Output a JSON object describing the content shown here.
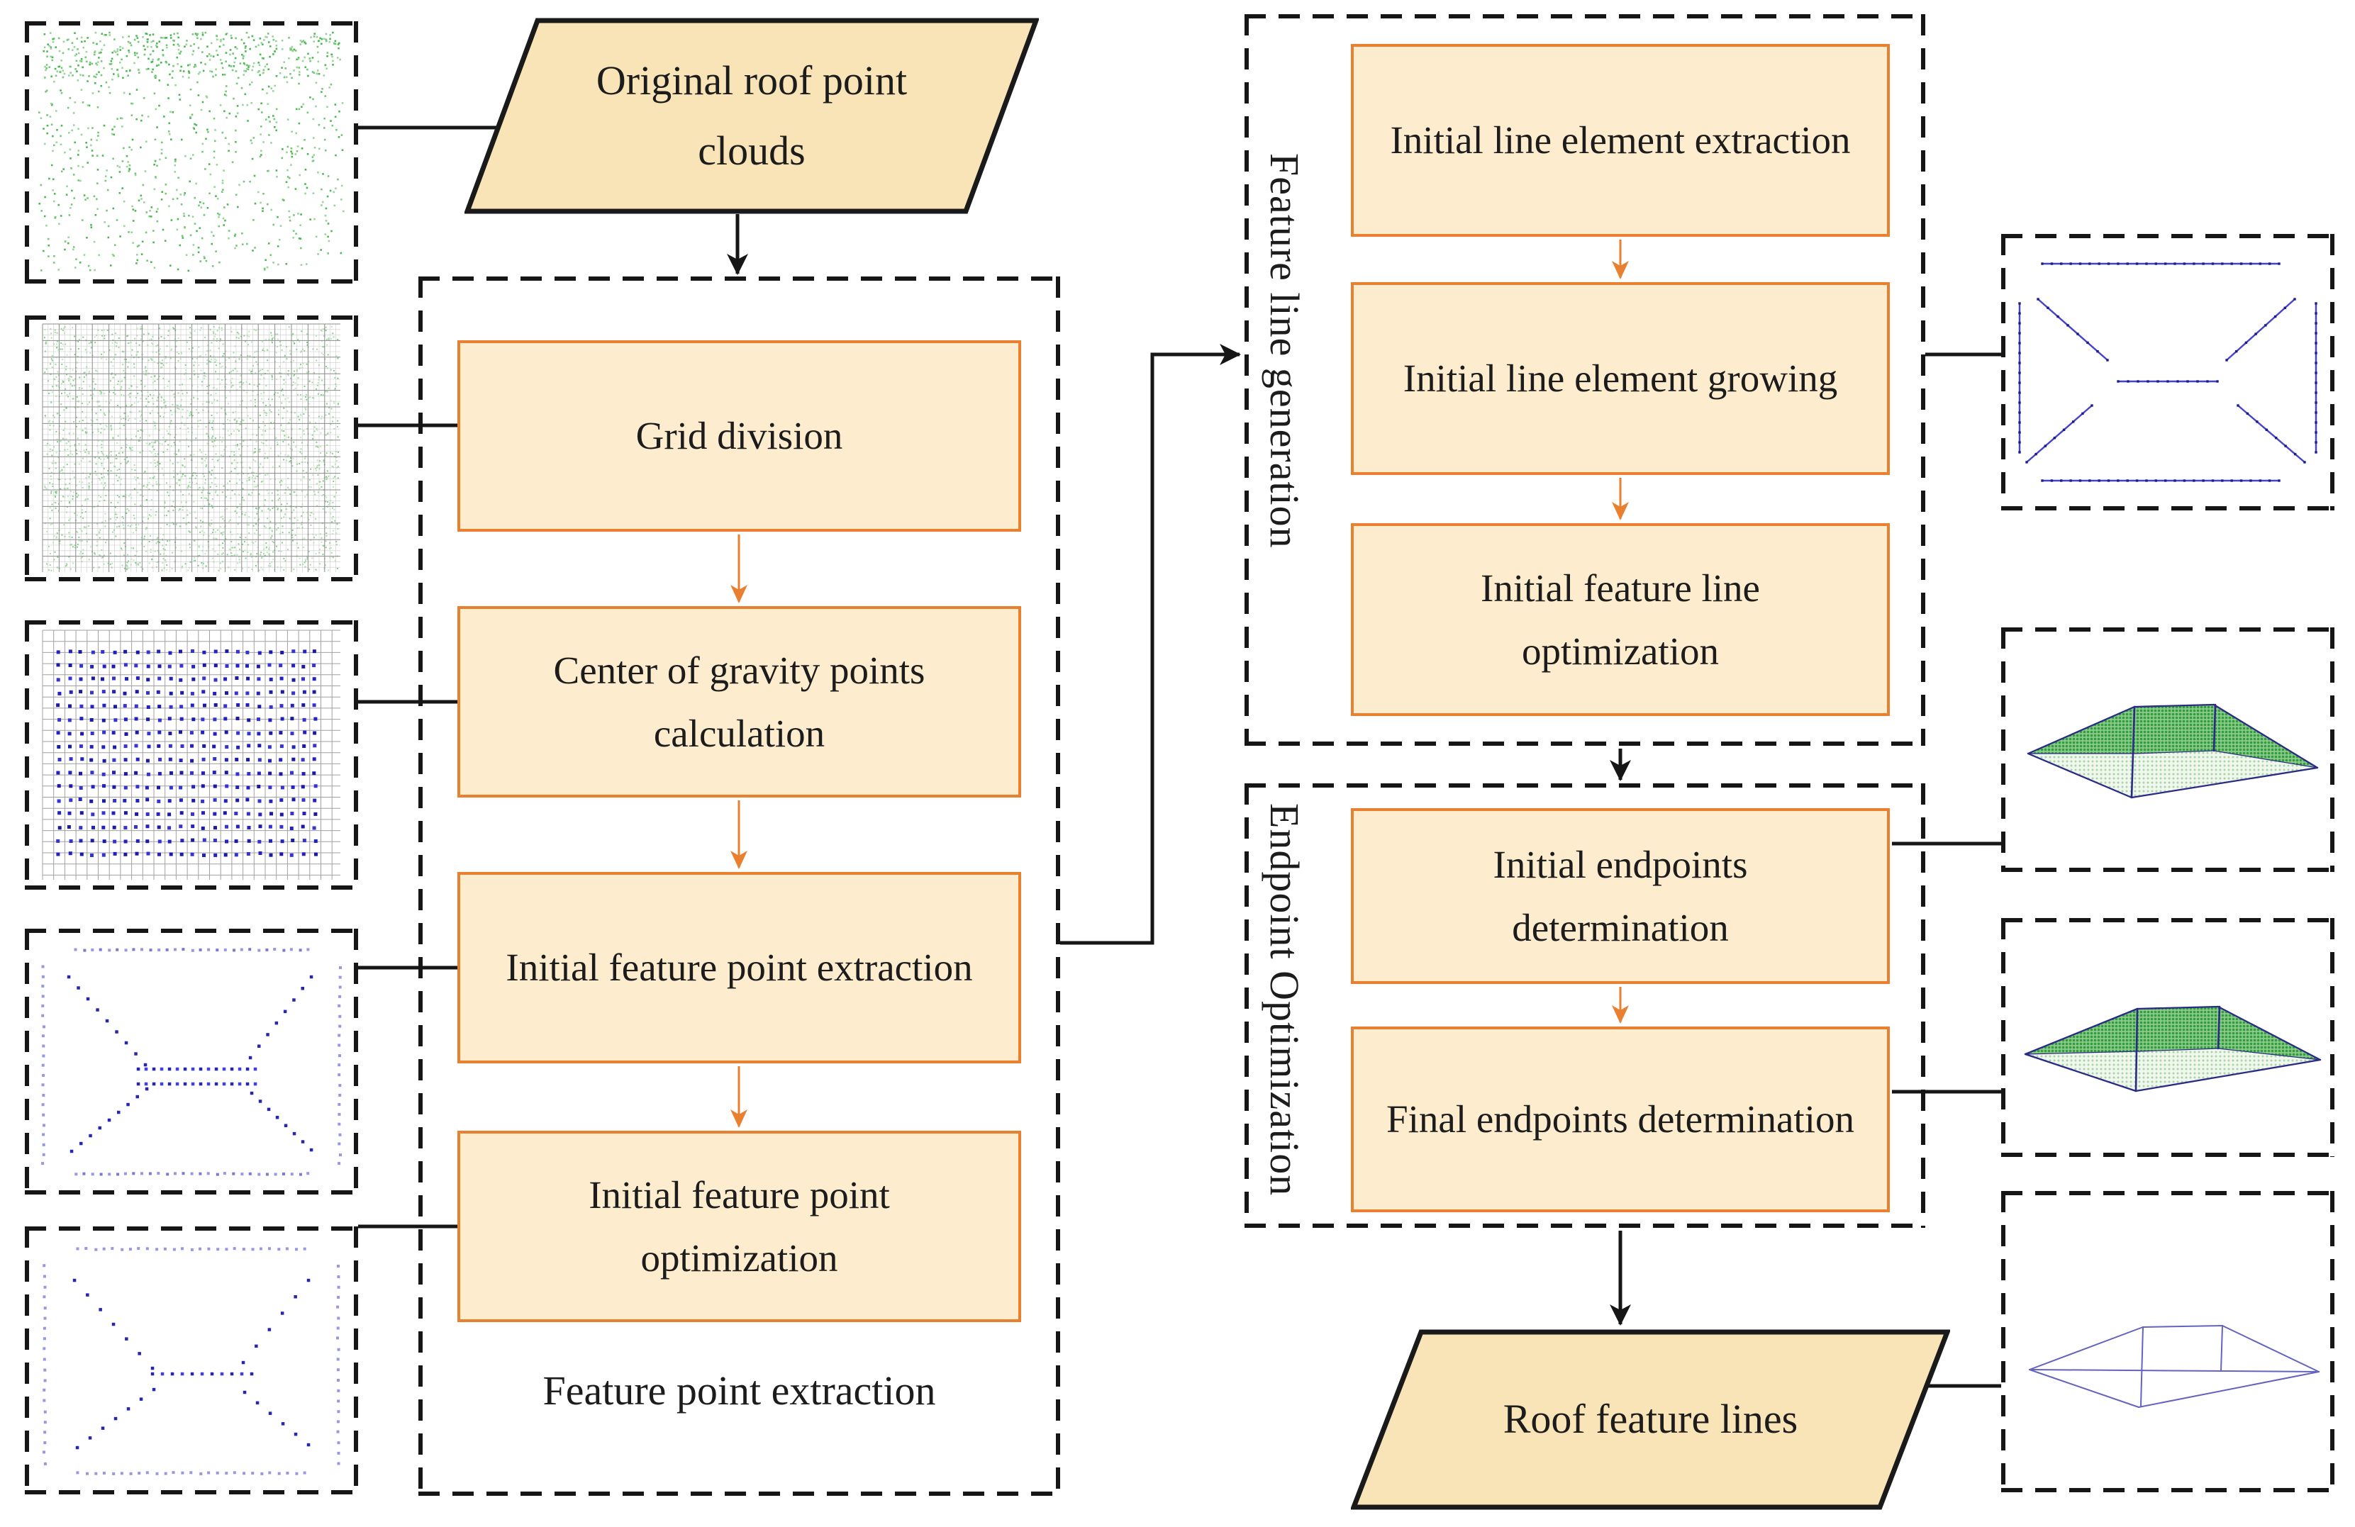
{
  "nodes": {
    "input": "Original roof point clouds",
    "output": "Roof feature lines"
  },
  "groups": {
    "feature_point_extraction": {
      "label": "Feature point extraction",
      "steps": [
        "Grid division",
        "Center of gravity points calculation",
        "Initial feature point extraction",
        "Initial feature point optimization"
      ]
    },
    "feature_line_generation": {
      "label": "Feature line generation",
      "steps": [
        "Initial line element extraction",
        "Initial line element growing",
        "Initial feature line optimization"
      ]
    },
    "endpoint_optimization": {
      "label": "Endpoint Optimization",
      "steps": [
        "Initial endpoints determination",
        "Final endpoints determination"
      ]
    }
  },
  "side_panels": {
    "left": [
      {
        "name": "original-roof-point-cloud",
        "depicts": "green roof point cloud, dense band at top"
      },
      {
        "name": "grid-division-result",
        "depicts": "point cloud divided by a fine grid"
      },
      {
        "name": "center-of-gravity-points",
        "depicts": "grid with blue center-of-gravity points"
      },
      {
        "name": "initial-feature-points",
        "depicts": "blue feature points on roof edges, diagonals and double ridge rows"
      },
      {
        "name": "optimized-feature-points",
        "depicts": "optimized blue feature points with single ridge row"
      }
    ],
    "right": [
      {
        "name": "initial-feature-lines",
        "depicts": "blue dotted feature line segments of roof plan"
      },
      {
        "name": "initial-endpoints-roof",
        "depicts": "green roof point cloud with initial feature line endpoints"
      },
      {
        "name": "final-endpoints-roof",
        "depicts": "green roof point cloud with final feature line endpoints"
      },
      {
        "name": "roof-feature-lines-wireframe",
        "depicts": "final roof feature line wireframe"
      }
    ]
  },
  "colors": {
    "process_fill": "#fdeccd",
    "process_border": "#e8802f",
    "terminal_fill": "#f9e4b8",
    "outline": "#1a1a1a",
    "orange_arrow": "#e8802f",
    "black_arrow": "#161616",
    "point_green": "#4cb852",
    "point_blue": "#2a2ac0",
    "line_blue": "#4343cc"
  }
}
